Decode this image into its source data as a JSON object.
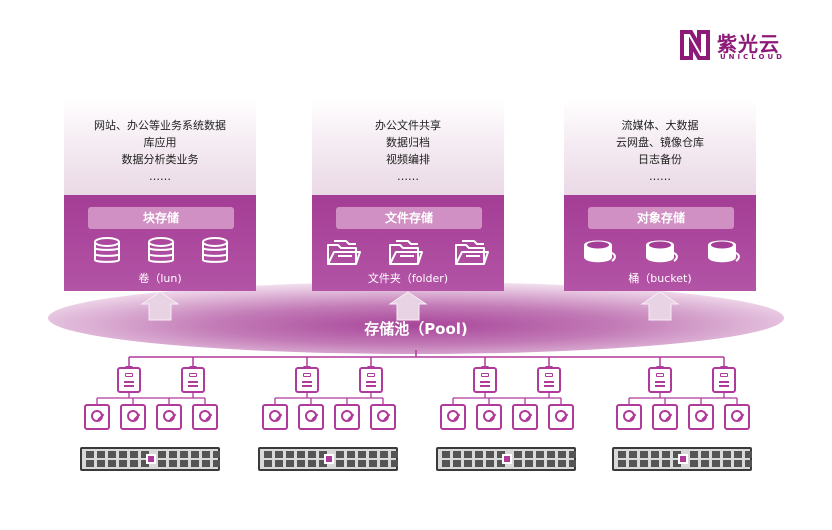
{
  "logo": {
    "name_cn": "紫光云",
    "name_en": "UNICLOUD"
  },
  "columns": [
    {
      "uses": [
        "网站、办公等业务系统数据",
        "库应用",
        "数据分析类业务",
        "……"
      ],
      "type": "块存储",
      "unit": "卷（lun)",
      "icon": "database-icon"
    },
    {
      "uses": [
        "办公文件共享",
        "数据归档",
        "视频编排",
        "……"
      ],
      "type": "文件存储",
      "unit": "文件夹（folder)",
      "icon": "folder-icon"
    },
    {
      "uses": [
        "流媒体、大数据",
        "云网盘、镜像仓库",
        "日志备份",
        "……"
      ],
      "type": "对象存储",
      "unit": "桶（bucket)",
      "icon": "bucket-icon"
    }
  ],
  "pool": {
    "label": "存储池（Pool)"
  },
  "colors": {
    "brand": "#8e1a78",
    "panel": "#a43d95",
    "bar": "#d090c3",
    "pool_light": "#efd6ea",
    "pool_dark": "#a8459a",
    "line": "#b03a9a"
  },
  "hardware": {
    "groups": 4,
    "controllers_per_group": 2,
    "disks_per_group": 4,
    "server_icon": "server-icon",
    "controller_icon": "storage-controller-icon",
    "disk_icon": "hard-disk-icon"
  }
}
